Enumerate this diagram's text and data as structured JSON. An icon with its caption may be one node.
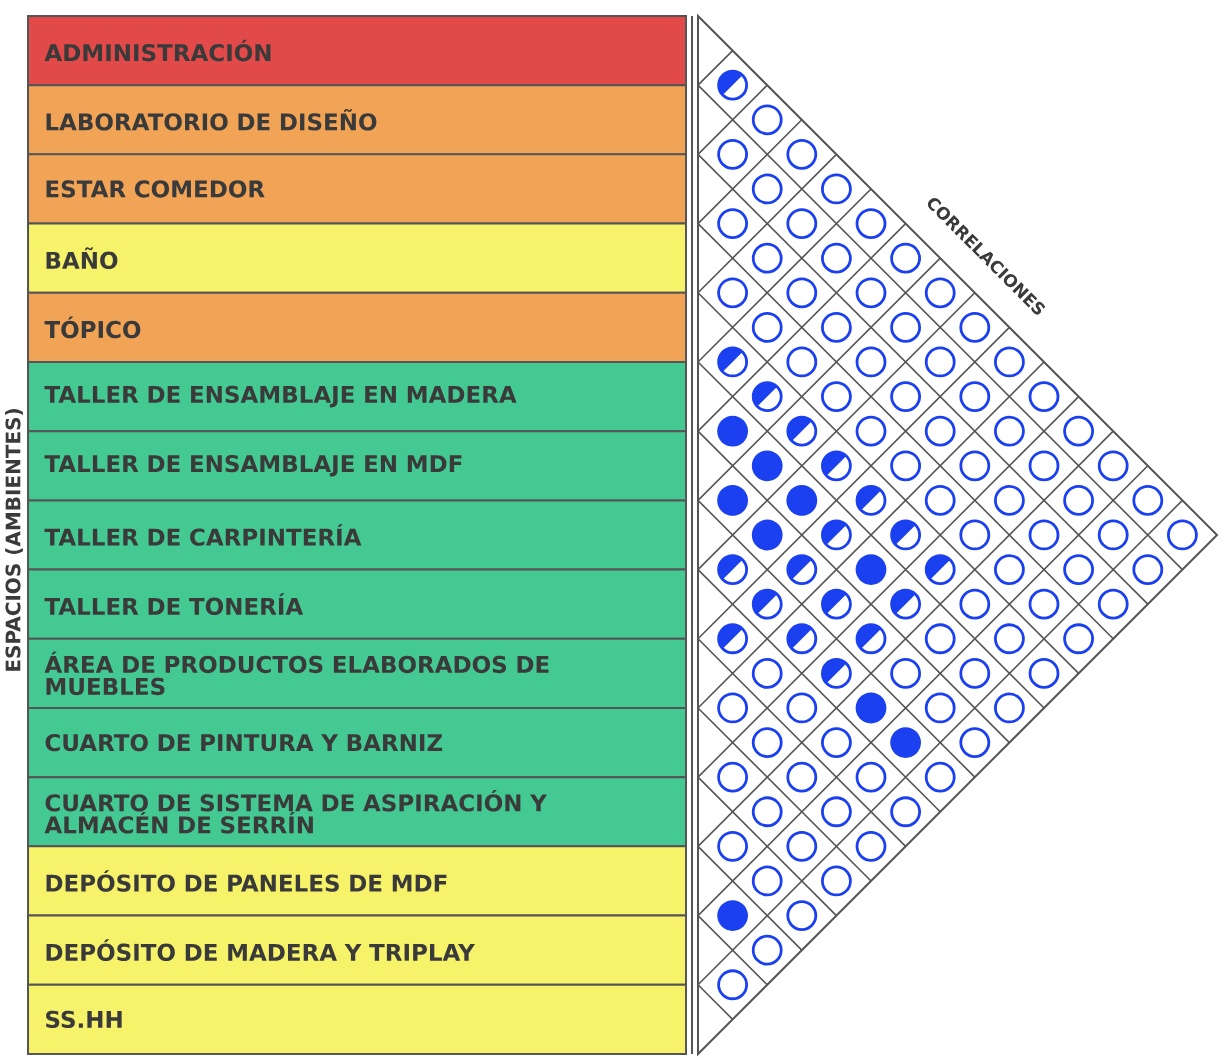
{
  "diagram": {
    "nodes": [
      {
        "text": [
          "ADMINISTRACIÓN"
        ]
      },
      {
        "text": [
          "LABORATORIO DE DISEÑO"
        ]
      },
      {
        "text": [
          "ESTAR COMEDOR"
        ]
      },
      {
        "text": [
          "BAÑO"
        ]
      },
      {
        "text": [
          "TÓPICO"
        ]
      },
      {
        "text": [
          "TALLER DE ENSAMBLAJE EN MADERA"
        ]
      },
      {
        "text": [
          "TALLER DE ENSAMBLAJE EN MDF"
        ]
      },
      {
        "text": [
          "TALLER DE CARPINTERÍA"
        ]
      },
      {
        "text": [
          "TALLER DE TONERÍA"
        ]
      },
      {
        "text": [
          "ÁREA DE PRODUCTOS ELABORADOS DE MUEBLES"
        ]
      },
      {
        "text": [
          "CUARTO DE PINTURA Y BARNIZ"
        ]
      },
      {
        "text": [
          "CUARTO DE SISTEMA DE ASPIRACIÓN Y ALMACÉN DE SERRÍN"
        ]
      },
      {
        "text": [
          "DEPÓSITO DE PANELES DE MDF"
        ]
      },
      {
        "text": [
          "DEPÓSITO DE MADERA Y TRIPLAY"
        ]
      },
      {
        "text": [
          "SS.HH"
        ]
      }
    ],
    "labels": [
      "ESPACIOS (AMBIENTES)",
      "CORRELACIONES"
    ]
  }
}
